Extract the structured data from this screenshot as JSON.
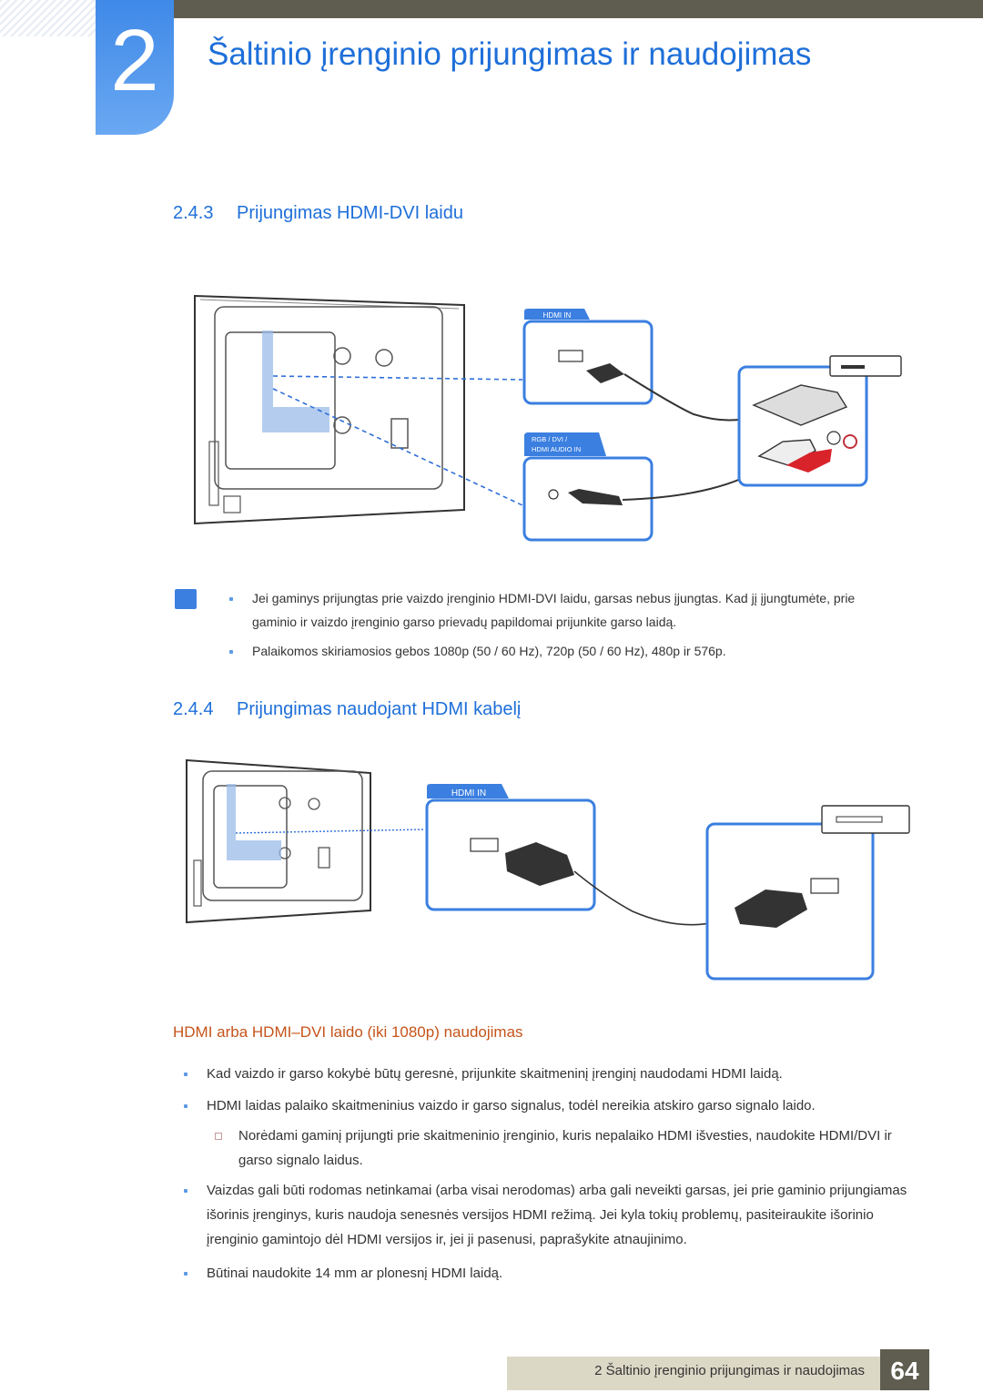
{
  "chapter": {
    "number": "2",
    "title": "Šaltinio įrenginio prijungimas ir naudojimas"
  },
  "section_243": {
    "number": "2.4.3",
    "title": "Prijungimas HDMI-DVI laidu",
    "port_labels": {
      "hdmi_in": "HDMI IN",
      "rgb_line1": "RGB / DVI /",
      "rgb_line2": "HDMI AUDIO IN"
    },
    "notes": [
      "Jei gaminys prijungtas prie vaizdo įrenginio HDMI-DVI laidu, garsas nebus įjungtas. Kad jį įjungtumėte, prie gaminio ir vaizdo įrenginio garso prievadų papildomai prijunkite garso laidą.",
      "Palaikomos skiriamosios gebos 1080p (50 / 60 Hz), 720p (50 / 60 Hz), 480p ir 576p."
    ]
  },
  "section_244": {
    "number": "2.4.4",
    "title": "Prijungimas naudojant HDMI kabelį",
    "port_label": "HDMI IN"
  },
  "subsection": {
    "title": "HDMI arba HDMI–DVI laido (iki 1080p) naudojimas",
    "bullets": [
      "Kad vaizdo ir garso kokybė būtų geresnė, prijunkite skaitmeninį įrenginį naudodami HDMI laidą.",
      "HDMI laidas palaiko skaitmeninius vaizdo ir garso signalus, todėl nereikia atskiro garso signalo laido."
    ],
    "sub_bullet": "Norėdami gaminį prijungti prie skaitmeninio įrenginio, kuris nepalaiko HDMI išvesties, naudokite HDMI/DVI ir garso signalo laidus.",
    "bullets_after": [
      "Vaizdas gali būti rodomas netinkamai (arba visai nerodomas) arba gali neveikti garsas, jei prie gaminio prijungiamas išorinis įrenginys, kuris naudoja senesnės versijos HDMI režimą. Jei kyla tokių problemų, pasiteiraukite išorinio įrenginio gamintojo dėl HDMI versijos ir, jei ji pasenusi, paprašykite atnaujinimo.",
      "Būtinai naudokite 14 mm ar plonesnį HDMI laidą."
    ]
  },
  "footer": {
    "text": "2 Šaltinio įrenginio prijungimas ir naudojimas",
    "page": "64"
  }
}
